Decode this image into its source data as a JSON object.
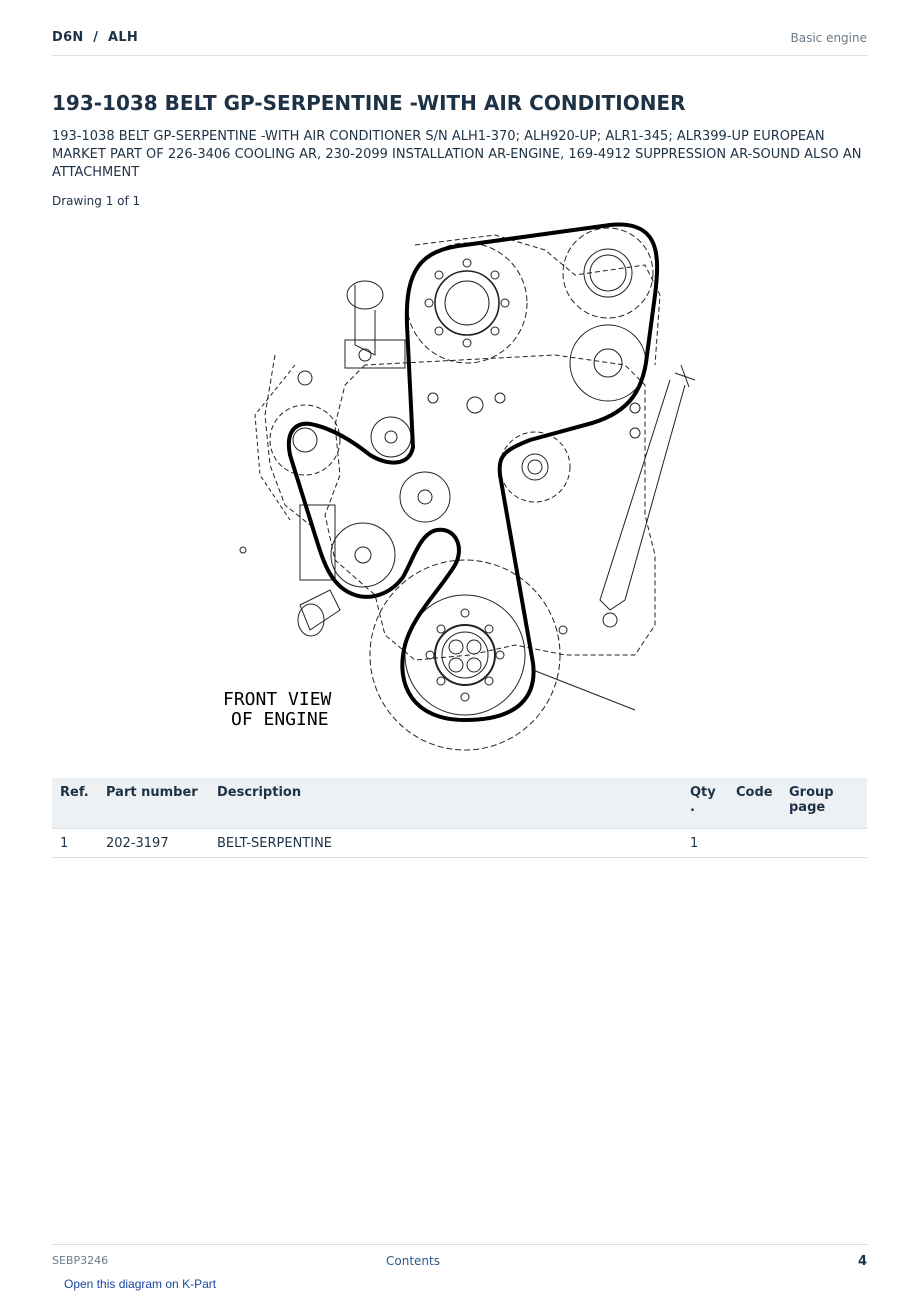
{
  "header": {
    "model": "D6N  /  ALH",
    "section": "Basic engine"
  },
  "title": "193-1038 BELT GP-SERPENTINE -WITH AIR CONDITIONER",
  "description": "193-1038 BELT GP-SERPENTINE -WITH AIR CONDITIONER S/N ALH1-370; ALH920-UP; ALR1-345; ALR399-UP EUROPEAN MARKET PART OF 226-3406 COOLING AR, 230-2099 INSTALLATION AR-ENGINE, 169-4912 SUPPRESSION AR-SOUND ALSO AN ATTACHMENT",
  "drawing_count": "Drawing 1 of 1",
  "diagram": {
    "caption_line1": "FRONT VIEW",
    "caption_line2": "OF ENGINE"
  },
  "table": {
    "headers": {
      "ref": "Ref.",
      "part_number": "Part number",
      "description": "Description",
      "qty": "Qty\n.",
      "code": "Code",
      "group_page": "Group page"
    },
    "rows": [
      {
        "ref": "1",
        "part_number": "202-3197",
        "description": "BELT-SERPENTINE",
        "qty": "1",
        "code": "",
        "group_page": ""
      }
    ]
  },
  "footer": {
    "doc_id": "SEBP3246",
    "contents_link": "Contents",
    "page_number": "4"
  },
  "kpart_link": "Open this diagram on K-Part"
}
